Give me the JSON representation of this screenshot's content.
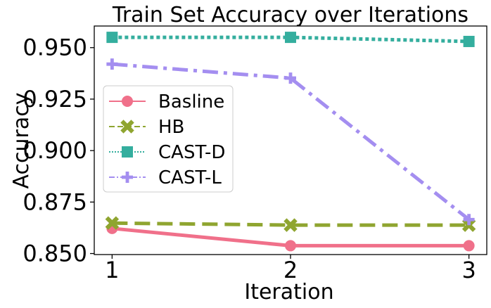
{
  "chart_data": {
    "type": "line",
    "title": "Train Set Accuracy over Iterations",
    "xlabel": "Iteration",
    "ylabel": "Accuracy",
    "x": [
      1,
      2,
      3
    ],
    "xticks": [
      "1",
      "2",
      "3"
    ],
    "yticks": [
      "0.850",
      "0.875",
      "0.900",
      "0.925",
      "0.950"
    ],
    "ytick_values": [
      0.85,
      0.875,
      0.9,
      0.925,
      0.95
    ],
    "xlim": [
      0.9,
      3.1
    ],
    "ylim": [
      0.8495,
      0.9605
    ],
    "grid": false,
    "legend_position": "center-left",
    "series": [
      {
        "name": "Basline",
        "values": [
          0.8622,
          0.8538,
          0.8538
        ],
        "color": "#f0708a",
        "style": "solid",
        "marker": "circle"
      },
      {
        "name": "HB",
        "values": [
          0.8648,
          0.8638,
          0.8638
        ],
        "color": "#8fa530",
        "style": "dashed",
        "marker": "x"
      },
      {
        "name": "CAST-D",
        "values": [
          0.955,
          0.955,
          0.953
        ],
        "color": "#34ae9e",
        "style": "dotted",
        "marker": "square"
      },
      {
        "name": "CAST-L",
        "values": [
          0.942,
          0.9352,
          0.8665
        ],
        "color": "#a48ef0",
        "style": "dashdot",
        "marker": "plus"
      }
    ]
  }
}
